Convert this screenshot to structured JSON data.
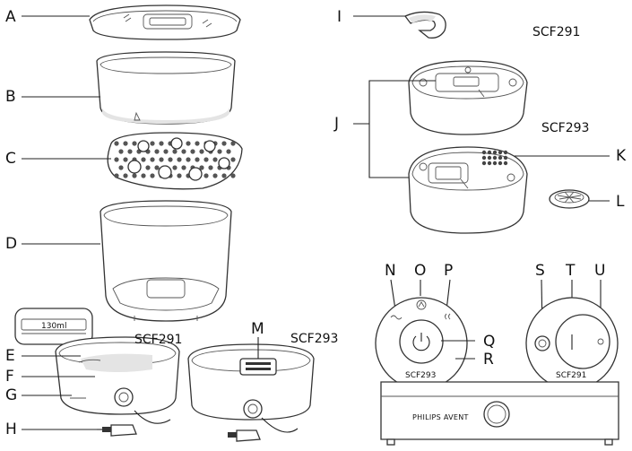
{
  "labels": {
    "A": "A",
    "B": "B",
    "C": "C",
    "D": "D",
    "E": "E",
    "F": "F",
    "G": "G",
    "H": "H",
    "I": "I",
    "J": "J",
    "K": "K",
    "L": "L",
    "M": "M",
    "N": "N",
    "O": "O",
    "P": "P",
    "Q": "Q",
    "R": "R",
    "S": "S",
    "T": "T",
    "U": "U"
  },
  "models": {
    "scf291_bottom": "SCF291",
    "scf293_bottom": "SCF293",
    "scf291_right": "SCF291",
    "scf293_right": "SCF293",
    "scf293_dial": "SCF293",
    "scf291_dial": "SCF291"
  },
  "water_level": "130ml",
  "brand": "PHILIPS AVENT"
}
